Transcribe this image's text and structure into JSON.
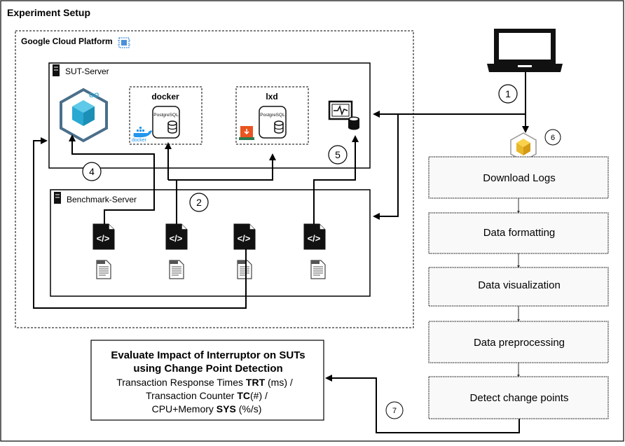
{
  "title": "Experiment Setup",
  "gcp": {
    "label": "Google Cloud Platform",
    "icon": "chip-icon"
  },
  "sut_server": {
    "label": "SUT-Server",
    "go_label": "GO",
    "docker": {
      "label": "docker",
      "db_label": "PostgreSQL",
      "logo_text": "docker"
    },
    "lxd": {
      "label": "lxd",
      "db_label": "PostgreSQL"
    }
  },
  "benchmark_server": {
    "label": "Benchmark-Server"
  },
  "steps": [
    "1",
    "2",
    "4",
    "5",
    "6",
    "7"
  ],
  "pipeline": [
    "Download Logs",
    "Data formatting",
    "Data visualization",
    "Data preprocessing",
    "Detect change points"
  ],
  "eval_box": {
    "title_line1": "Evaluate Impact of Interruptor on SUTs",
    "title_line2": "using Change Point Detection",
    "line1_pre": "Transaction Response Times ",
    "line1_bold": "TRT",
    "line1_post": " (ms) /",
    "line2_pre": "Transaction Counter ",
    "line2_bold": "TC",
    "line2_post": "(#) /",
    "line3_pre": "CPU+Memory ",
    "line3_bold": "SYS",
    "line3_post": " (%/s)"
  },
  "code_symbol": "</>"
}
